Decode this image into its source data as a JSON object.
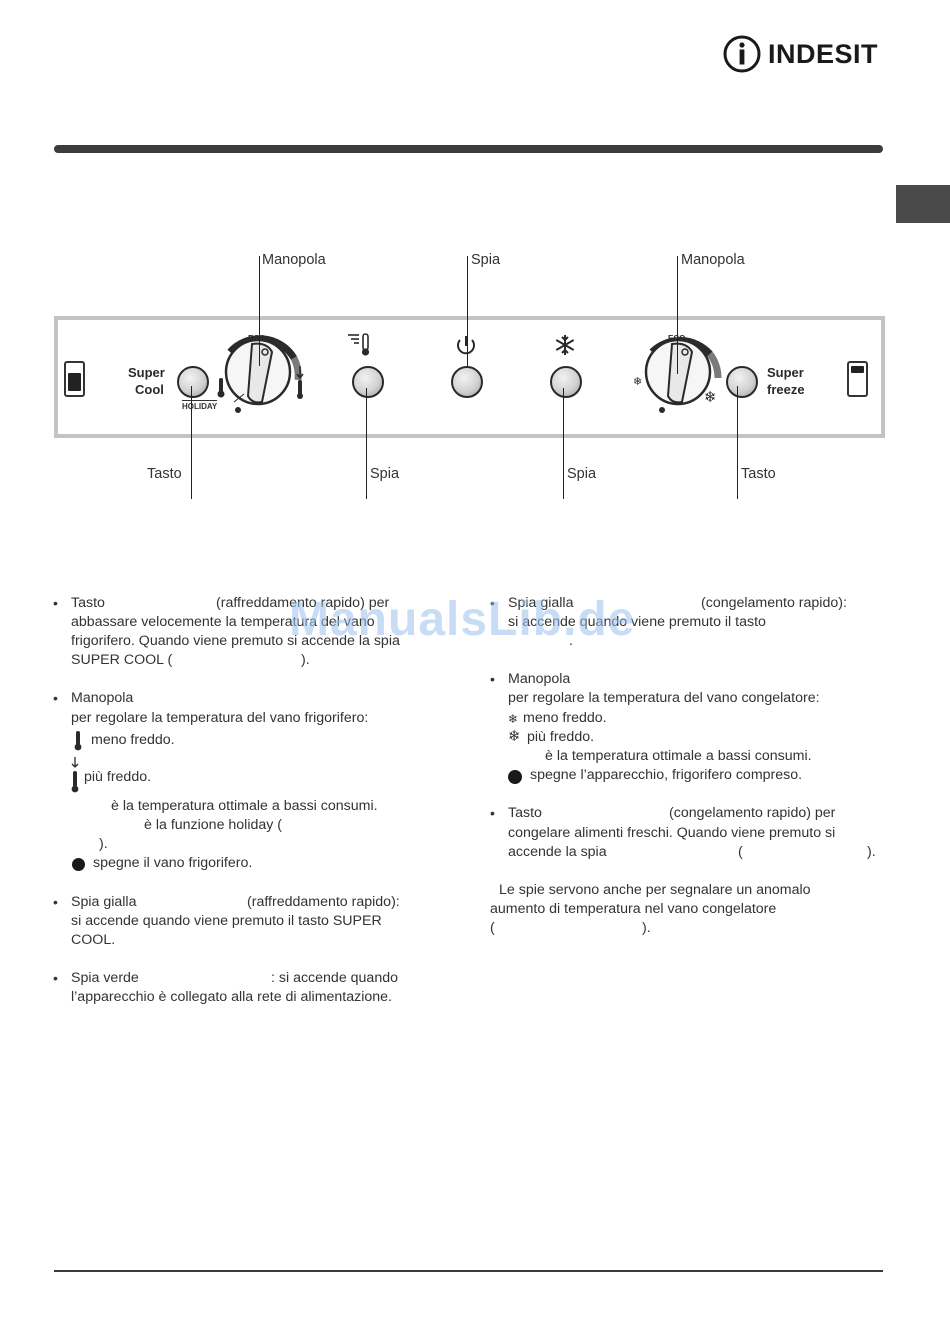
{
  "header": {
    "brand": "INDESIT"
  },
  "callouts_top": [
    "Manopola",
    "Spia",
    "Manopola"
  ],
  "callouts_bottom": [
    "Tasto",
    "Spia",
    "Spia",
    "Tasto"
  ],
  "panel": {
    "left_label_1": "Super",
    "left_label_2": "Cool",
    "right_label_1": "Super",
    "right_label_2": "freeze",
    "holiday_label": "HOLIDAY",
    "eco_label": "ECO"
  },
  "left_column": {
    "b1": {
      "l1a": "Tasto",
      "l1b": "(raffreddamento rapido) per",
      "l2": "abbassare velocemente la temperatura del vano",
      "l3": "frigorifero. Quando viene premuto si accende la spia",
      "l4a": "SUPER COOL (",
      "l4b": ")."
    },
    "b2": {
      "title": "Manopola",
      "l2": "per regolare la temperatura del vano frigorifero:",
      "meno": "meno freddo.",
      "piu": "più freddo.",
      "eco": "è la temperatura ottimale a bassi consumi.",
      "holiday": "è la funzione holiday (",
      "holiday_close": ").",
      "off": "spegne il vano frigorifero."
    },
    "b3": {
      "l1a": "Spia gialla",
      "l1b": "(raffreddamento rapido):",
      "l2": "si accende quando viene premuto il tasto SUPER",
      "l3": "COOL."
    },
    "b4": {
      "l1a": "Spia verde",
      "l1b": ": si accende quando",
      "l2": "l’apparecchio è collegato alla rete di alimentazione."
    }
  },
  "right_column": {
    "b1": {
      "l1a": "Spia gialla",
      "l1b": "(congelamento rapido):",
      "l2": "si accende quando viene premuto il tasto",
      "l3": "."
    },
    "b2": {
      "title": "Manopola",
      "l2": "per regolare la temperatura del vano congelatore:",
      "meno": "meno freddo.",
      "piu": "più freddo.",
      "eco": "è la temperatura ottimale a bassi consumi.",
      "off": "spegne l’apparecchio, frigorifero compreso."
    },
    "b3": {
      "l1a": "Tasto",
      "l1b": "(congelamento rapido) per",
      "l2": "congelare alimenti freschi. Quando viene premuto si",
      "l3a": "accende la spia",
      "l3b": "(",
      "l3c": ")."
    },
    "note": {
      "l1": "Le spie servono anche per segnalare un anomalo",
      "l2": "aumento di temperatura nel vano congelatore",
      "l3a": "(",
      "l3b": ")."
    }
  },
  "watermark": "ManualsLib.de",
  "icons": [
    "brand-logo-icon",
    "thermometer-icon",
    "power-icon",
    "snowflake-icon"
  ]
}
